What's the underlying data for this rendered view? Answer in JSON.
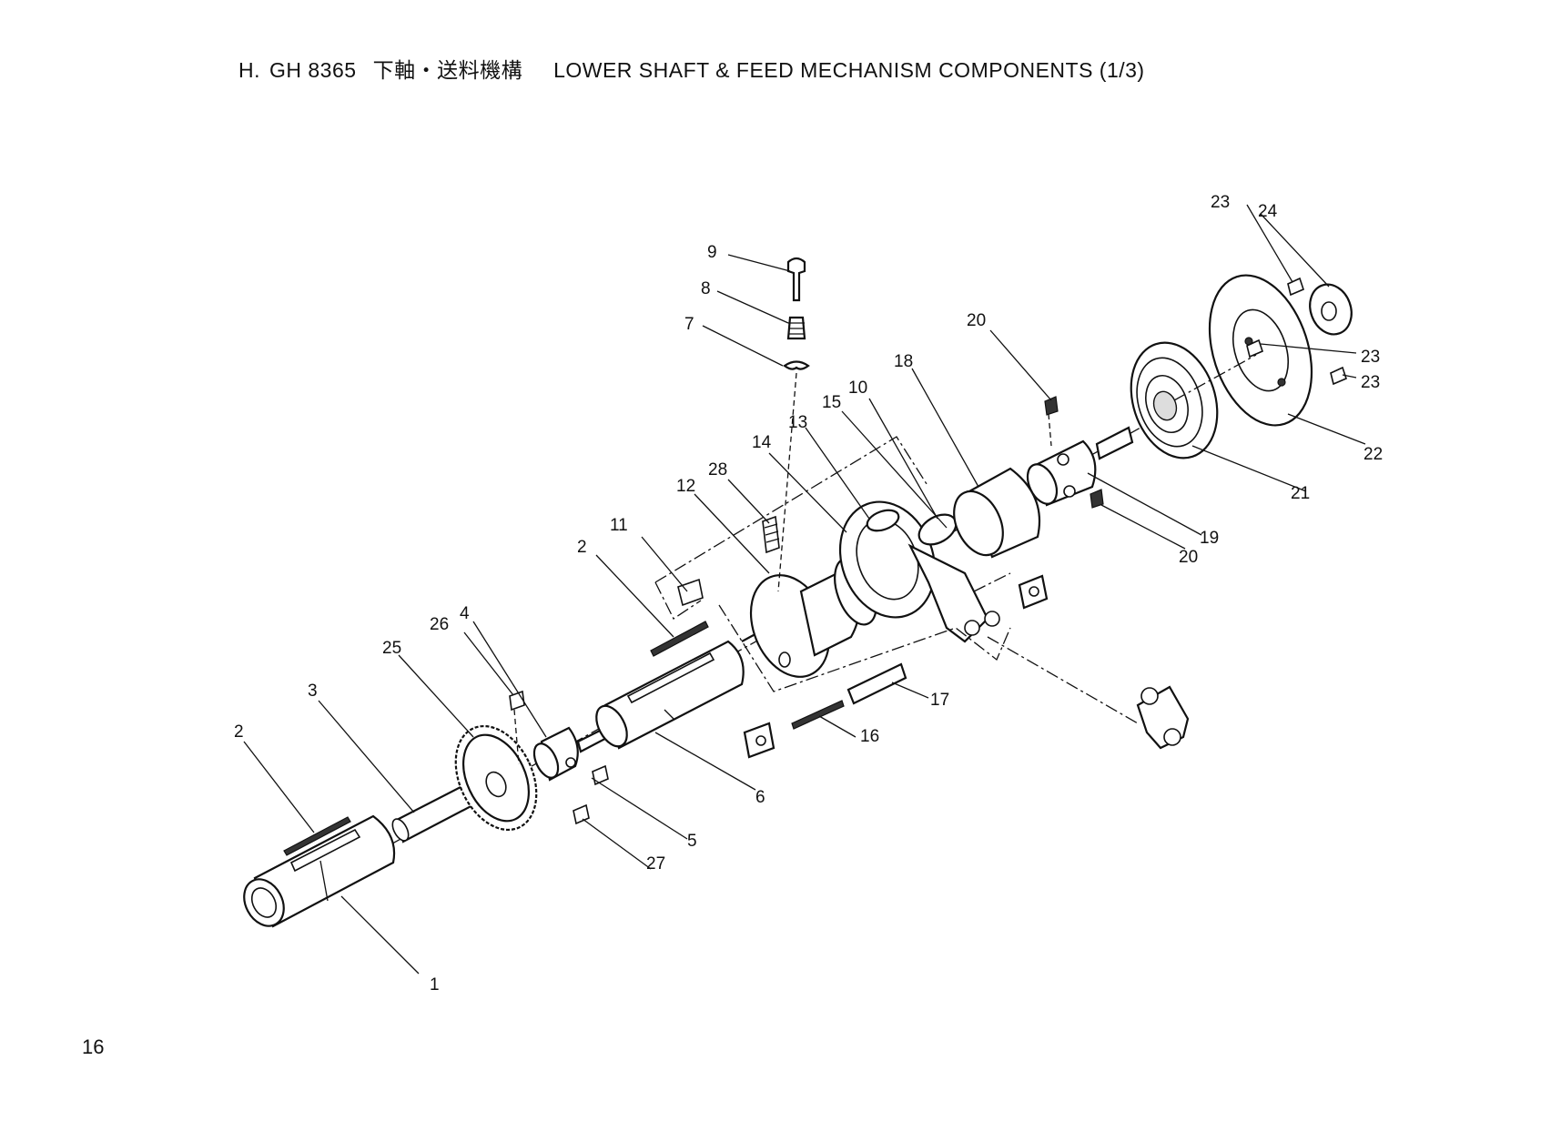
{
  "header": {
    "section": "H.",
    "model": "GH 8365",
    "title_jp": "下軸・送料機構",
    "title_en": "LOWER SHAFT & FEED MECHANISM COMPONENTS (1/3)"
  },
  "page_number": "16",
  "callouts": {
    "c1": "1",
    "c2a": "2",
    "c2b": "2",
    "c3": "3",
    "c4": "4",
    "c5": "5",
    "c6": "6",
    "c7": "7",
    "c8": "8",
    "c9": "9",
    "c10": "10",
    "c11": "11",
    "c12": "12",
    "c13": "13",
    "c14": "14",
    "c15": "15",
    "c16": "16",
    "c17": "17",
    "c18": "18",
    "c19": "19",
    "c20a": "20",
    "c20b": "20",
    "c21": "21",
    "c22": "22",
    "c23a": "23",
    "c23b": "23",
    "c23c": "23",
    "c24": "24",
    "c25": "25",
    "c26": "26",
    "c27": "27",
    "c28": "28"
  }
}
